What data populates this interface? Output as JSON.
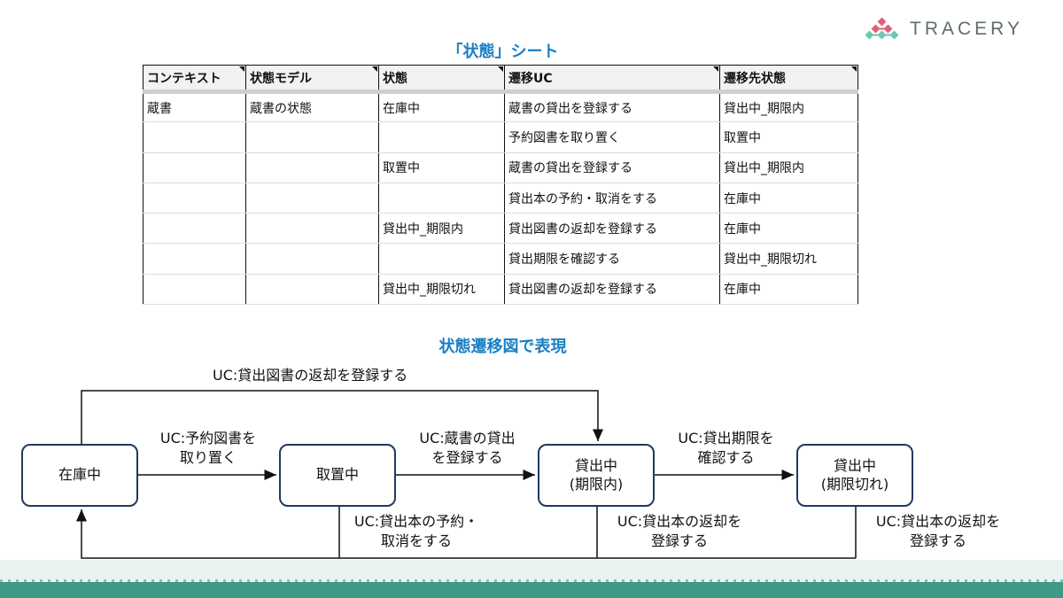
{
  "logo": {
    "text": "TRACERY",
    "colors": {
      "pink": "#e0607a",
      "teal": "#6cc7b3"
    }
  },
  "table_title": "「状態」シート",
  "table": {
    "headers": [
      "コンテキスト",
      "状態モデル",
      "状態",
      "遷移UC",
      "遷移先状態"
    ],
    "rows": [
      [
        "蔵書",
        "蔵書の状態",
        "在庫中",
        "蔵書の貸出を登録する",
        "貸出中_期限内"
      ],
      [
        "",
        "",
        "",
        "予約図書を取り置く",
        "取置中"
      ],
      [
        "",
        "",
        "取置中",
        "蔵書の貸出を登録する",
        "貸出中_期限内"
      ],
      [
        "",
        "",
        "",
        "貸出本の予約・取消をする",
        "在庫中"
      ],
      [
        "",
        "",
        "貸出中_期限内",
        "貸出図書の返却を登録する",
        "在庫中"
      ],
      [
        "",
        "",
        "",
        "貸出期限を確認する",
        "貸出中_期限切れ"
      ],
      [
        "",
        "",
        "貸出中_期限切れ",
        "貸出図書の返却を登録する",
        "在庫中"
      ]
    ]
  },
  "diagram_title": "状態遷移図で表現",
  "diagram": {
    "states": [
      "在庫中",
      "取置中",
      "貸出中\n(期限内)",
      "貸出中\n(期限切れ)"
    ],
    "transitions": {
      "top": "UC:貸出図書の返却を登録する",
      "s1_s2": "UC:予約図書を\n取り置く",
      "s2_s3": "UC:蔵書の貸出\nを登録する",
      "s3_s4": "UC:貸出期限を\n確認する",
      "s2_back": "UC:貸出本の予約・\n取消をする",
      "s3_back": "UC:貸出本の返却を\n登録する",
      "s4_back": "UC:貸出本の返却を\n登録する"
    }
  },
  "accent": "#1a7fc4"
}
